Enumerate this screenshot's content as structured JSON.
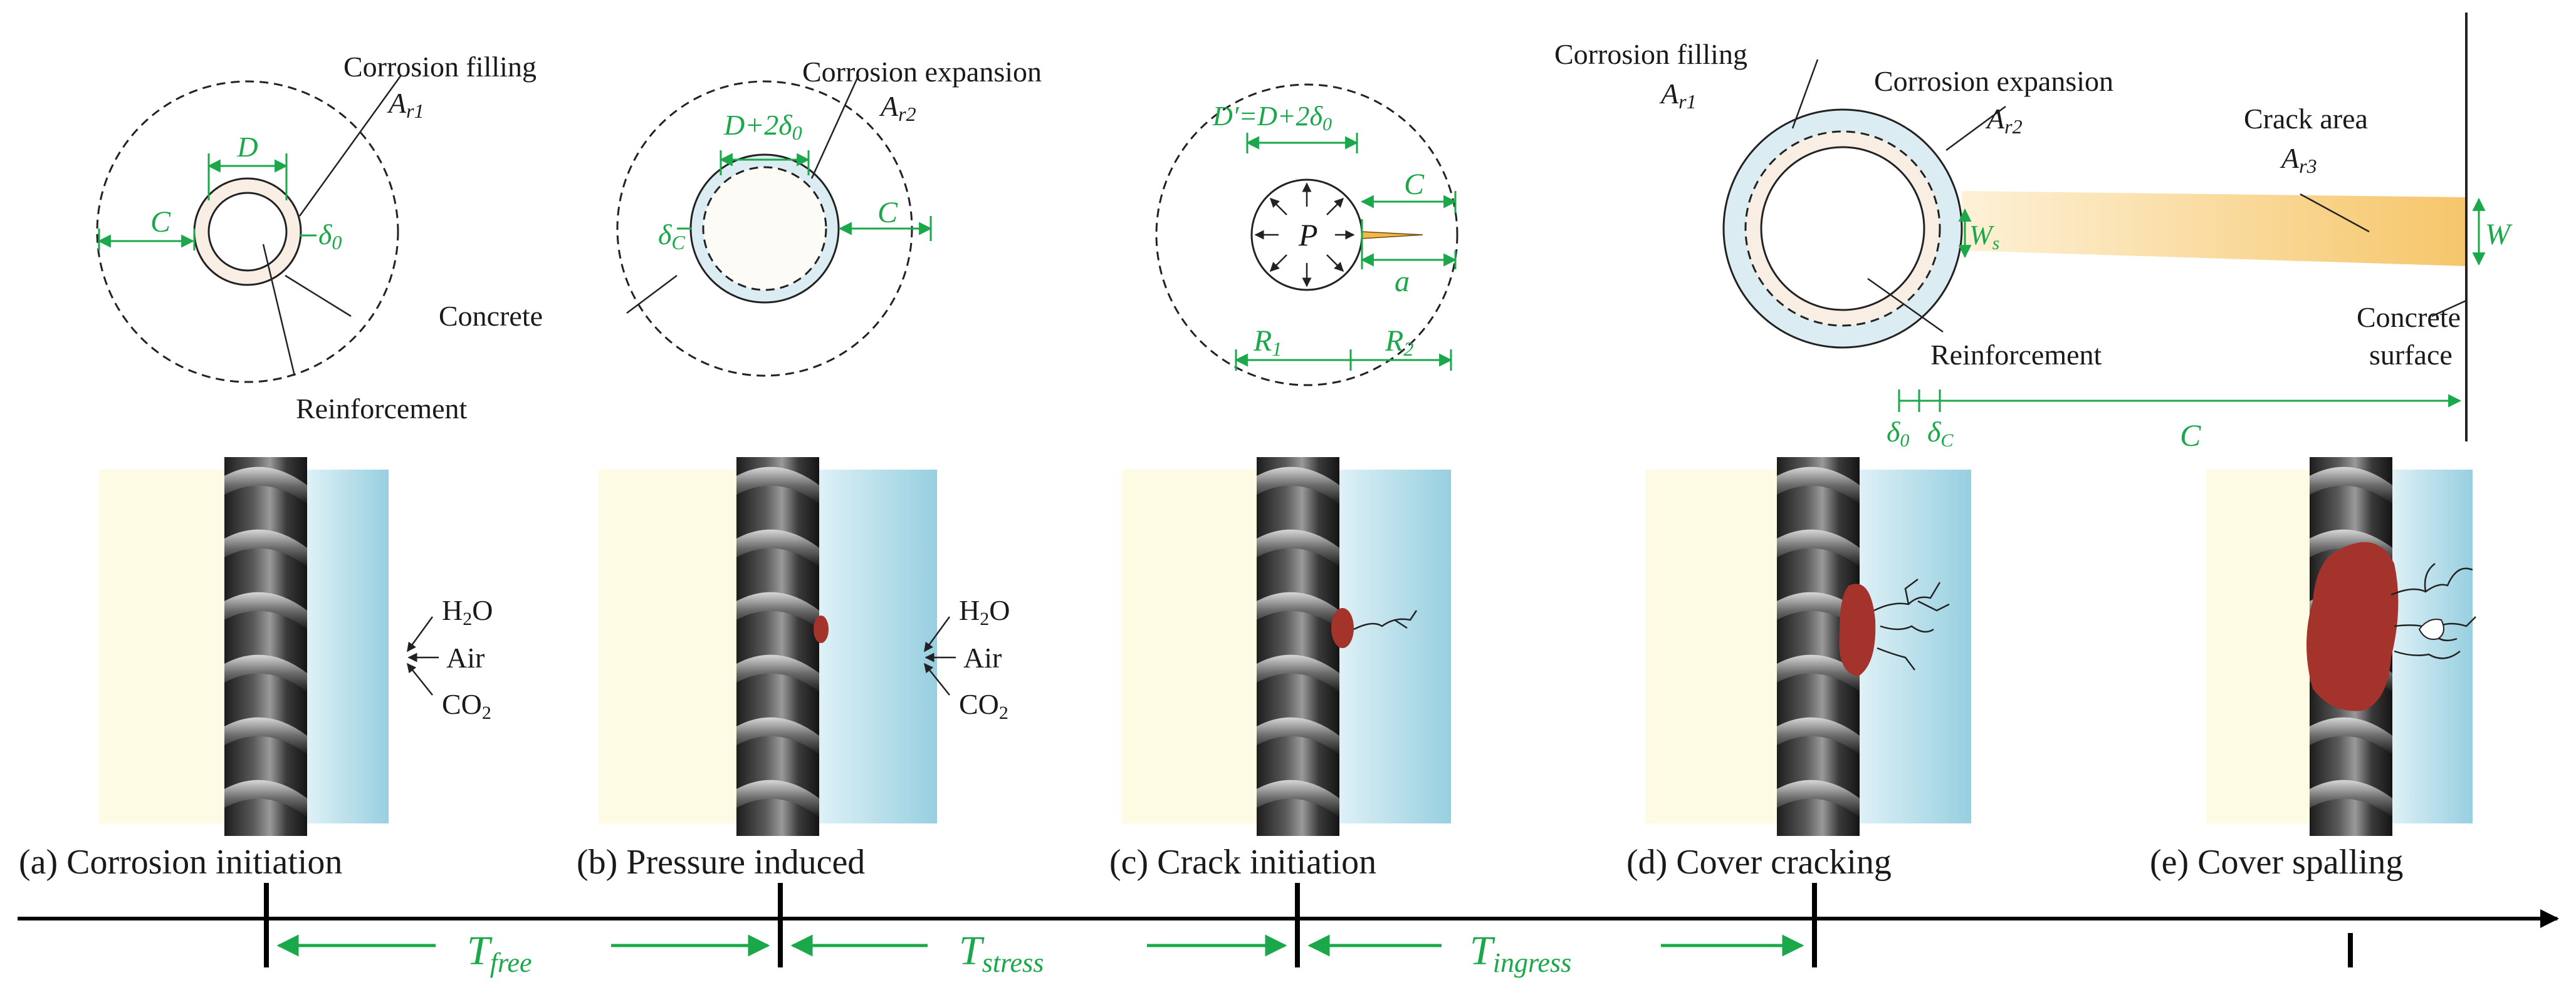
{
  "top_labels": {
    "corrosion_filling": "Corrosion filling",
    "corrosion_expansion": "Corrosion expansion",
    "concrete": "Concrete",
    "reinforcement": "Reinforcement",
    "crack_area": "Crack area",
    "concrete_surface_1": "Concrete",
    "concrete_surface_2": "surface"
  },
  "symbols": {
    "A": "A",
    "r1": "r1",
    "r2": "r2",
    "r3": "r3",
    "D": "D",
    "D2": "D+2δ",
    "sub0": "0",
    "Dprime": "D′=D+2δ",
    "C": "C",
    "delta": "δ",
    "deltaC_sub": "C",
    "P": "P",
    "a": "a",
    "R1": "R",
    "R1_sub": "1",
    "R2": "R",
    "R2_sub": "2",
    "Ws": "W",
    "Ws_sub": "s",
    "W": "W"
  },
  "gases": {
    "h2o": "H",
    "h2o_sub": "2",
    "h2o_end": "O",
    "air": "Air",
    "co2": "CO",
    "co2_sub": "2"
  },
  "stages": [
    "(a) Corrosion initiation",
    "(b) Pressure induced",
    "(c) Crack initiation",
    "(d) Cover cracking",
    "(e) Cover spalling"
  ],
  "periods": [
    {
      "T": "T",
      "sub": "free"
    },
    {
      "T": "T",
      "sub": "stress"
    },
    {
      "T": "T",
      "sub": "ingress"
    }
  ],
  "colors": {
    "green": "#1aa84a",
    "concrete_left": "#fdfbe3",
    "cover_blue": "#a9d8e6",
    "rust": "#a3332b",
    "corrosion_fill": "#f9eee3",
    "corrosion_exp": "#dcecf3",
    "crack_yellow": "#f7cf7a"
  }
}
